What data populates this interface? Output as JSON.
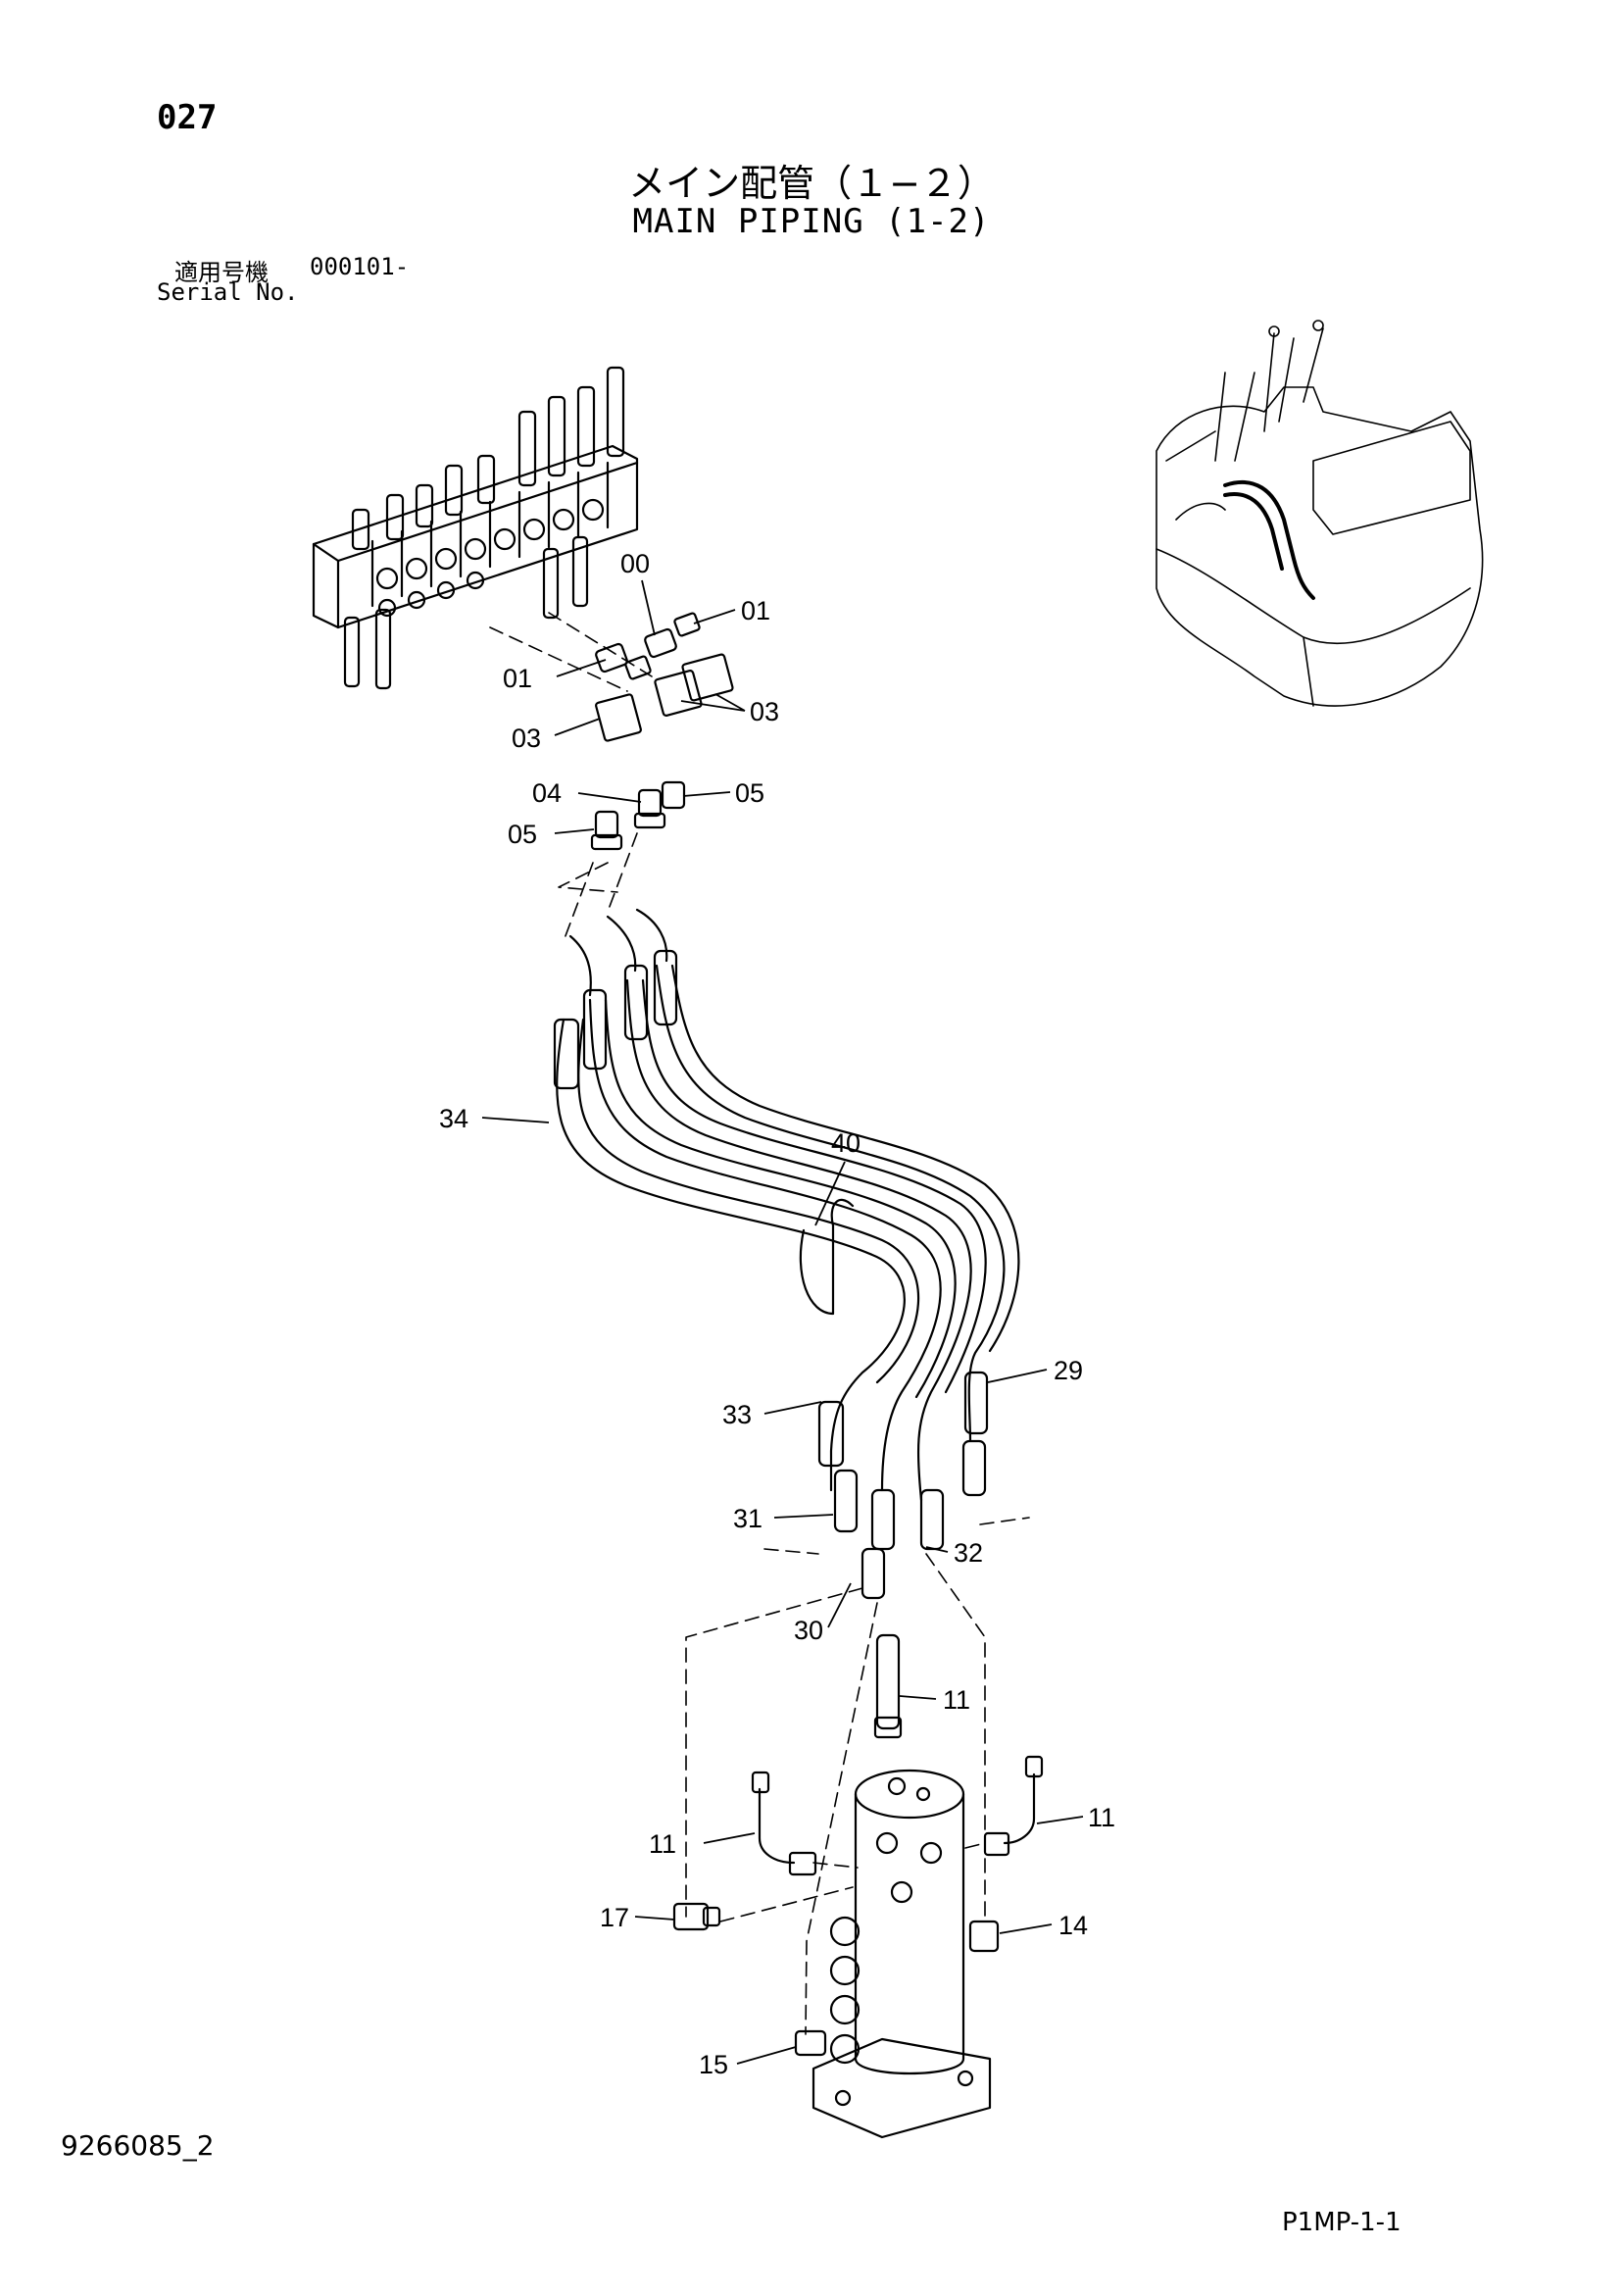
{
  "header": {
    "page_number": "027",
    "title_jp": "メイン配管（１−２）",
    "title_en": "MAIN PIPING (1-2)"
  },
  "serial": {
    "label_jp": "適用号機",
    "value": "000101-",
    "label_en": "Serial No."
  },
  "callouts": {
    "c00": "00",
    "c01a": "01",
    "c01b": "01",
    "c03a": "03",
    "c03b": "03",
    "c04": "04",
    "c05a": "05",
    "c05b": "05",
    "c34": "34",
    "c40": "40",
    "c29": "29",
    "c33": "33",
    "c31": "31",
    "c32": "32",
    "c30": "30",
    "c11a": "11",
    "c11b": "11",
    "c11c": "11",
    "c17": "17",
    "c14": "14",
    "c15": "15"
  },
  "footer": {
    "drawing_number": "9266085_2",
    "sheet_code": "P1MP-1-1"
  }
}
